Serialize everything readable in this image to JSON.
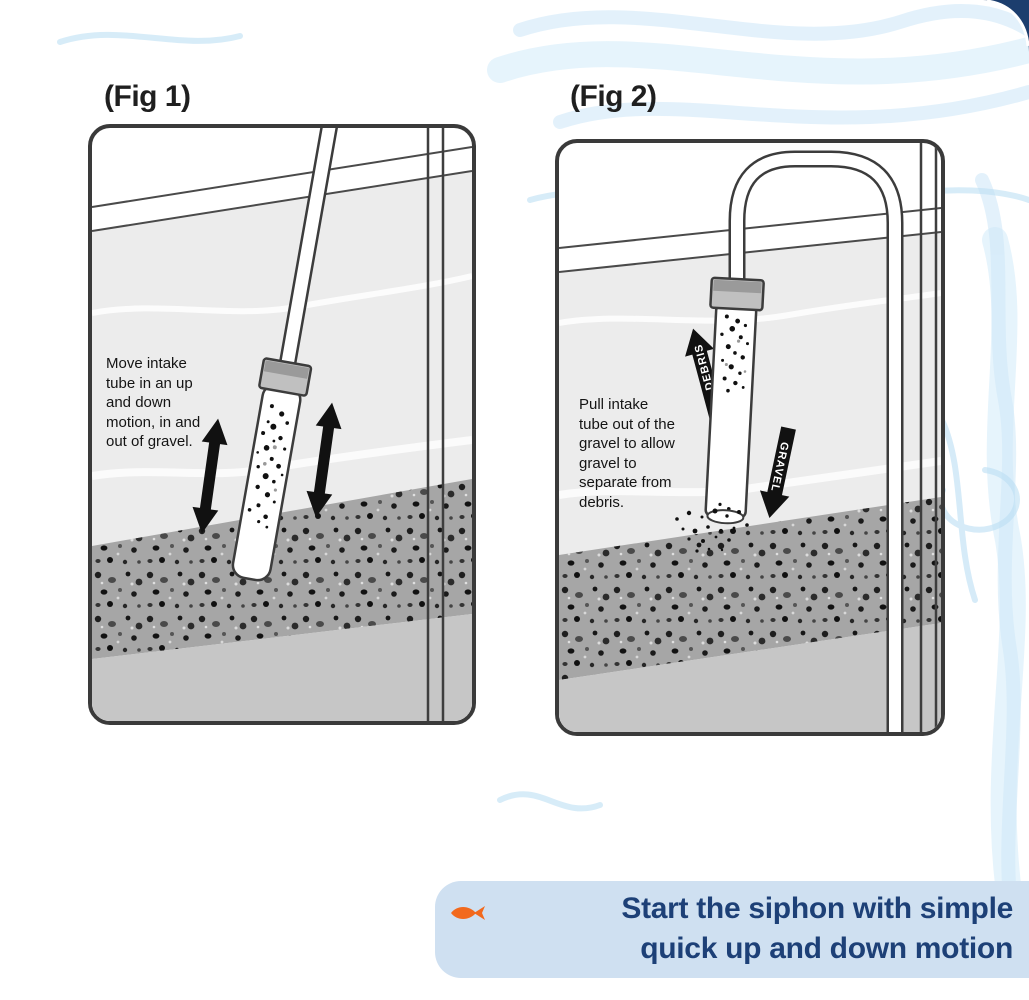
{
  "figures": {
    "fig1": {
      "label": "(Fig 1)",
      "instruction": "Move intake tube in an up and down motion, in and out of gravel."
    },
    "fig2": {
      "label": "(Fig 2)",
      "instruction": "Pull intake tube out of the gravel to allow gravel to separate from debris.",
      "up_arrow_label": "DEBRIS",
      "down_arrow_label": "GRAVEL"
    }
  },
  "banner": {
    "icon": "fish-icon",
    "text_line1": "Start the siphon with simple",
    "text_line2": "quick up and down motion",
    "colors": {
      "background": "#cfe0f1",
      "text": "#1d4077",
      "fish": "#f2691d",
      "corner_accent": "#1c3e6e"
    }
  }
}
